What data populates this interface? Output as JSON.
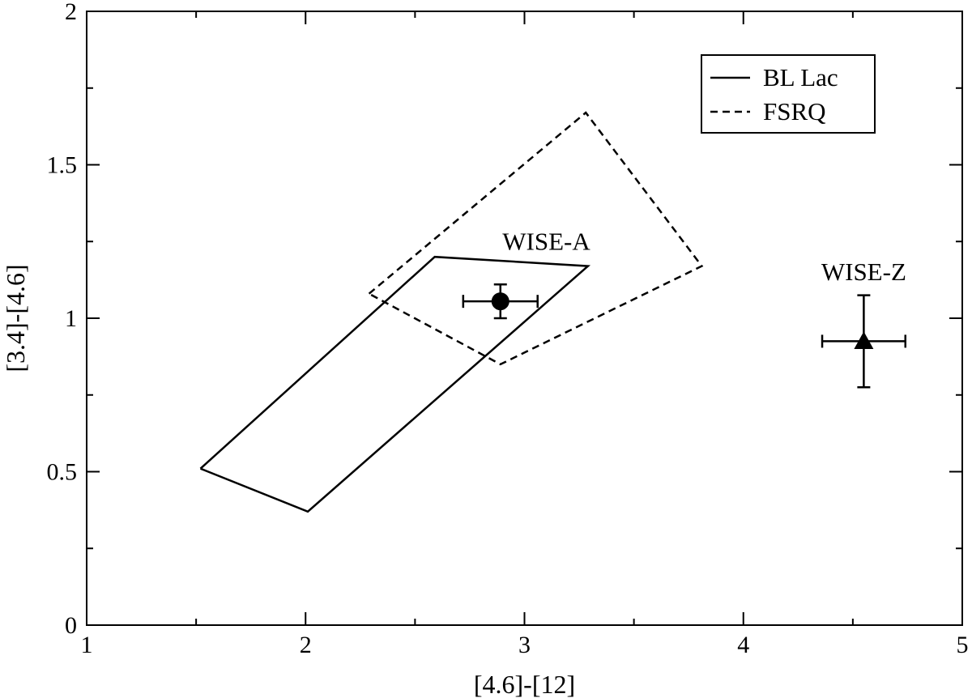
{
  "chart_data": {
    "type": "scatter",
    "xlabel": "[4.6]-[12]",
    "ylabel": "[3.4]-[4.6]",
    "xlim": [
      1,
      5
    ],
    "ylim": [
      0,
      2
    ],
    "x_ticks": [
      "1",
      "2",
      "3",
      "4",
      "5"
    ],
    "y_ticks": [
      "0",
      "0.5",
      "1",
      "1.5",
      "2"
    ],
    "grid": false,
    "legend_position": "top-right",
    "legend": [
      {
        "label": "BL Lac",
        "style": "solid"
      },
      {
        "label": "FSRQ",
        "style": "dashed"
      }
    ],
    "regions": [
      {
        "name": "BL Lac",
        "style": "solid",
        "points": [
          [
            1.52,
            0.51
          ],
          [
            2.01,
            0.37
          ],
          [
            3.29,
            1.17
          ],
          [
            2.59,
            1.2
          ],
          [
            1.52,
            0.51
          ]
        ]
      },
      {
        "name": "FSRQ",
        "style": "dashed",
        "points": [
          [
            2.29,
            1.08
          ],
          [
            3.28,
            1.67
          ],
          [
            3.81,
            1.17
          ],
          [
            2.89,
            0.85
          ],
          [
            2.29,
            1.08
          ]
        ]
      }
    ],
    "points": [
      {
        "label": "WISE-A",
        "marker": "circle",
        "x": 2.89,
        "y": 1.055,
        "x_err": 0.17,
        "y_err": 0.055,
        "label_x": 3.1,
        "label_y": 1.25
      },
      {
        "label": "WISE-Z",
        "marker": "triangle",
        "x": 4.55,
        "y": 0.925,
        "x_err": 0.19,
        "y_err": 0.15,
        "label_x": 4.55,
        "label_y": 1.15
      }
    ]
  },
  "colors": {
    "axes": "#000000",
    "background": "#ffffff"
  }
}
